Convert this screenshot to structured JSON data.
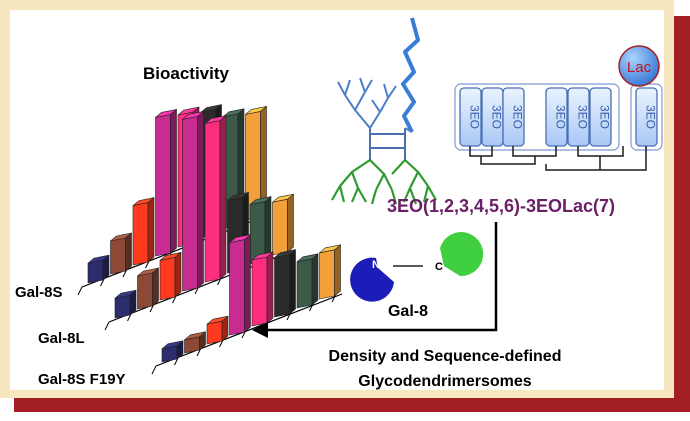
{
  "title": "Bioactivity",
  "row_labels": [
    "Gal-8S",
    "Gal-8L",
    "Gal-8S F19Y"
  ],
  "protein_label": "Gal-8",
  "domain_labels": {
    "n": "N",
    "c": "C"
  },
  "formula": "3EO(1,2,3,4,5,6)-3EOLac(7)",
  "unit_label": "3EO",
  "sugar_label": "Lac",
  "caption_line1": "Density and Sequence-defined",
  "caption_line2": "Glycodendrimersomes",
  "colors": {
    "frame": "#f6e7bf",
    "shadow": "#a31f24",
    "accent_purple": "#6b2066",
    "chain_blue": "#3a7dd6",
    "chain_green": "#2f9a2f",
    "unit_fill": "#cfe3ff",
    "unit_stroke": "#4a6fb3"
  },
  "bar_colors": [
    "#2c2c6e",
    "#8c4a36",
    "#ff3b1f",
    "#c82c90",
    "#ff2d7e",
    "#2b2b2b",
    "#3b5a48",
    "#f2a03c"
  ],
  "chart_data": {
    "type": "bar3d",
    "title": "Bioactivity",
    "rows": [
      "Gal-8S",
      "Gal-8L",
      "Gal-8S F19Y"
    ],
    "series_count": 8,
    "values": [
      [
        0.3,
        0.5,
        0.9,
        2.1,
        2.0,
        1.9,
        1.7,
        1.6
      ],
      [
        0.3,
        0.5,
        0.6,
        2.6,
        2.4,
        1.1,
        0.9,
        0.8
      ],
      [
        0.2,
        0.2,
        0.3,
        1.4,
        1.0,
        0.9,
        0.7,
        0.7
      ]
    ]
  }
}
